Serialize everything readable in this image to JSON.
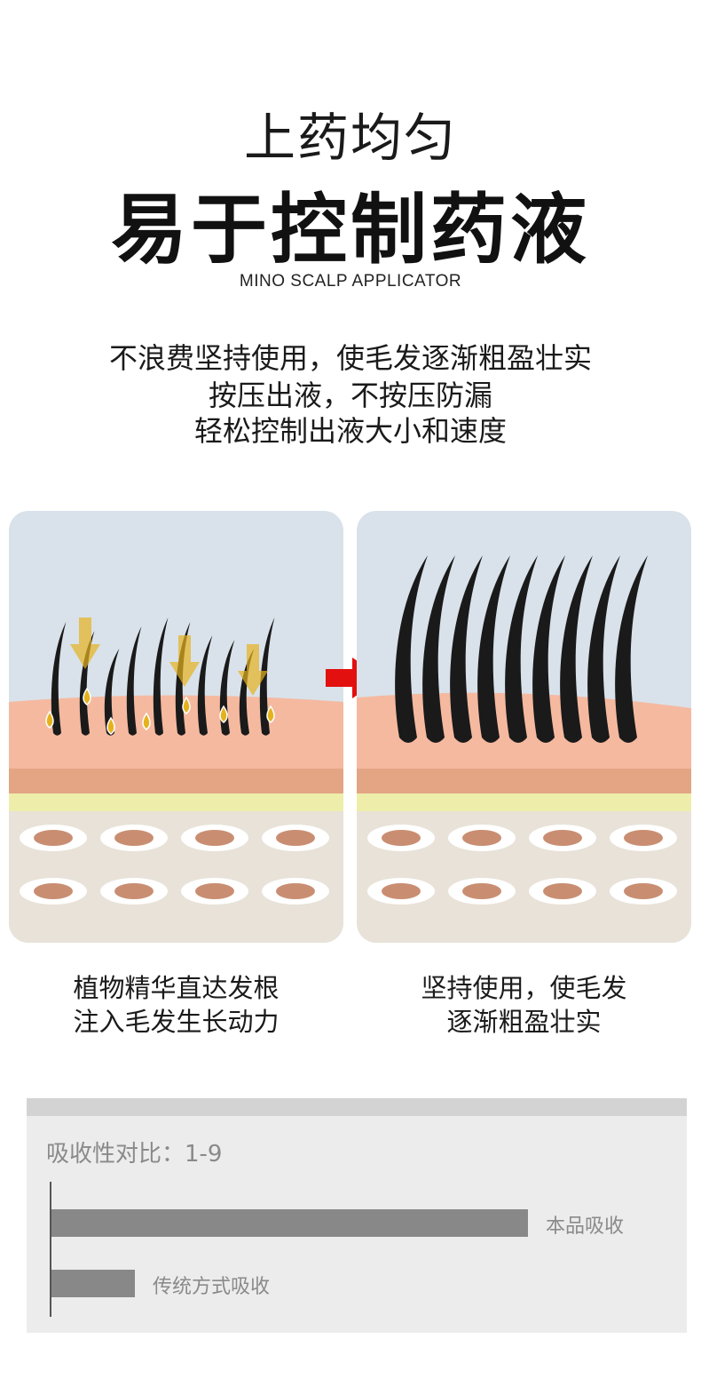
{
  "header": {
    "title_line1": "上药均匀",
    "title_line2": "易于控制药液",
    "subtitle": "MINO SCALP APPLICATOR"
  },
  "description": [
    "不浪费坚持使用，使毛发逐渐粗盈壮实",
    "按压出液，不按压防漏",
    "轻松控制出液大小和速度"
  ],
  "panels": [
    {
      "caption_line1": "植物精华直达发根",
      "caption_line2": "注入毛发生长动力"
    },
    {
      "caption_line1": "坚持使用，使毛发",
      "caption_line2": "逐渐粗盈壮实"
    }
  ],
  "colors": {
    "sky": "#d9e2ea",
    "skin": "#f5b9a0",
    "skin_dark": "#e3a584",
    "fat_yellow": "#eeeeaa",
    "tissue": "#e8e2d8",
    "hair": "#1a1a1a",
    "drop": "#e5b21e",
    "arrow_red": "#e31010",
    "bar": "#888888"
  },
  "chart_data": {
    "type": "bar",
    "title": "吸收性对比：1-9",
    "categories": [
      "本品吸收",
      "传统方式吸收"
    ],
    "values": [
      9,
      1
    ],
    "xlim": [
      0,
      10
    ],
    "orientation": "horizontal"
  }
}
